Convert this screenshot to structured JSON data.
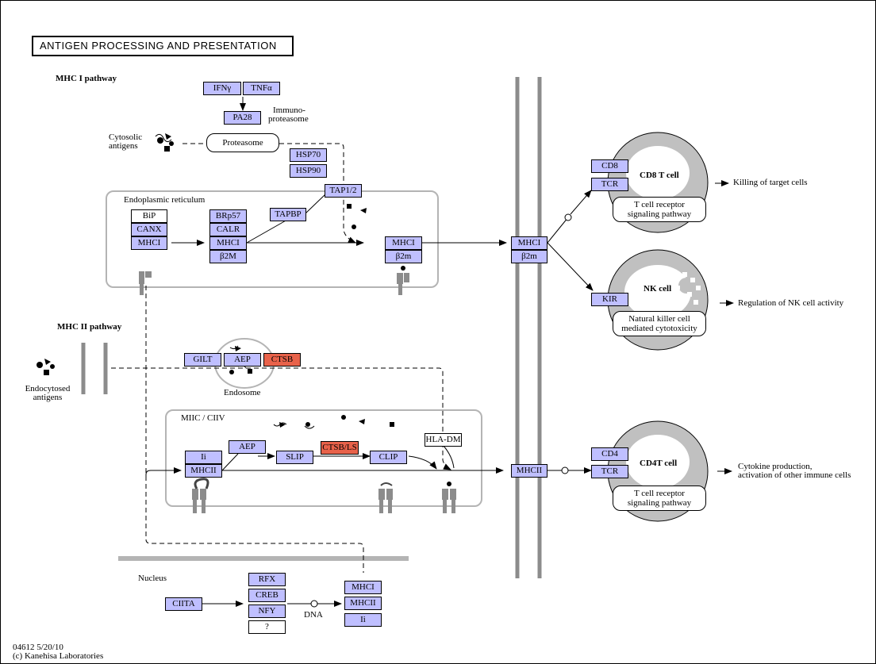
{
  "title": "ANTIGEN PROCESSING AND PRESENTATION",
  "labels": {
    "mhc1_pathway": "MHC I pathway",
    "mhc2_pathway": "MHC II pathway",
    "cytosolic_antigens_1": "Cytosolic",
    "cytosolic_antigens_2": "antigens",
    "immunoproteasome_1": "Immuno-",
    "immunoproteasome_2": "proteasome",
    "proteasome": "Proteasome",
    "er": "Endoplasmic reticulum",
    "endocytosed_1": "Endocytosed",
    "endocytosed_2": "antigens",
    "endosome": "Endosome",
    "miic": "MIIC / CIIV",
    "nucleus": "Nucleus",
    "dna": "DNA",
    "cd8_cell": "CD8 T cell",
    "nk_cell": "NK cell",
    "cd4_cell": "CD4T cell",
    "tcr_path_1": "T cell receptor",
    "tcr_path_2": "signaling pathway",
    "nk_path_1": "Natural killer cell",
    "nk_path_2": "mediated cytotoxicity",
    "out_killing": "Killing of target cells",
    "out_nk": "Regulation of NK cell activity",
    "out_cyto_1": "Cytokine production,",
    "out_cyto_2": "activation of other immune cells",
    "footer_1": "04612 5/20/10",
    "footer_2": "(c) Kanehisa Laboratories"
  },
  "genes": {
    "ifng": "IFNγ",
    "tnfa": "TNFα",
    "pa28": "PA28",
    "hsp70": "HSP70",
    "hsp90": "HSP90",
    "tap": "TAP1/2",
    "bip": "BiP",
    "canx": "CANX",
    "mhci_er1": "MHCI",
    "brp57": "BRp57",
    "calr": "CALR",
    "mhci_er2": "MHCI",
    "b2m_er": "β2M",
    "tapbp": "TAPBP",
    "mhci_er3": "MHCI",
    "b2m_er3": "β2m",
    "mhci_mem": "MHCI",
    "b2m_mem": "β2m",
    "cd8": "CD8",
    "tcr1": "TCR",
    "kir": "KIR",
    "gilt": "GILT",
    "aep1": "AEP",
    "ctsb": "CTSB",
    "ii": "Ii",
    "mhcii_miic": "MHCII",
    "aep2": "AEP",
    "slip": "SLIP",
    "ctsbls": "CTSB/LS",
    "clip": "CLIP",
    "hladm": "HLA-DM",
    "mhcii_mem": "MHCII",
    "cd4": "CD4",
    "tcr2": "TCR",
    "ciita": "CIITA",
    "rfx": "RFX",
    "creb": "CREB",
    "nfy": "NFY",
    "unknown": "?",
    "mhci_nuc": "MHCI",
    "mhcii_nuc": "MHCII",
    "ii_nuc": "Ii"
  },
  "colors": {
    "gene_fill": "#bfbfff",
    "highlight_fill": "#e8624a",
    "compartment_stroke": "#b4b4b4",
    "membrane": "#8c8c8c",
    "cell_fill": "#c0c0c0"
  }
}
